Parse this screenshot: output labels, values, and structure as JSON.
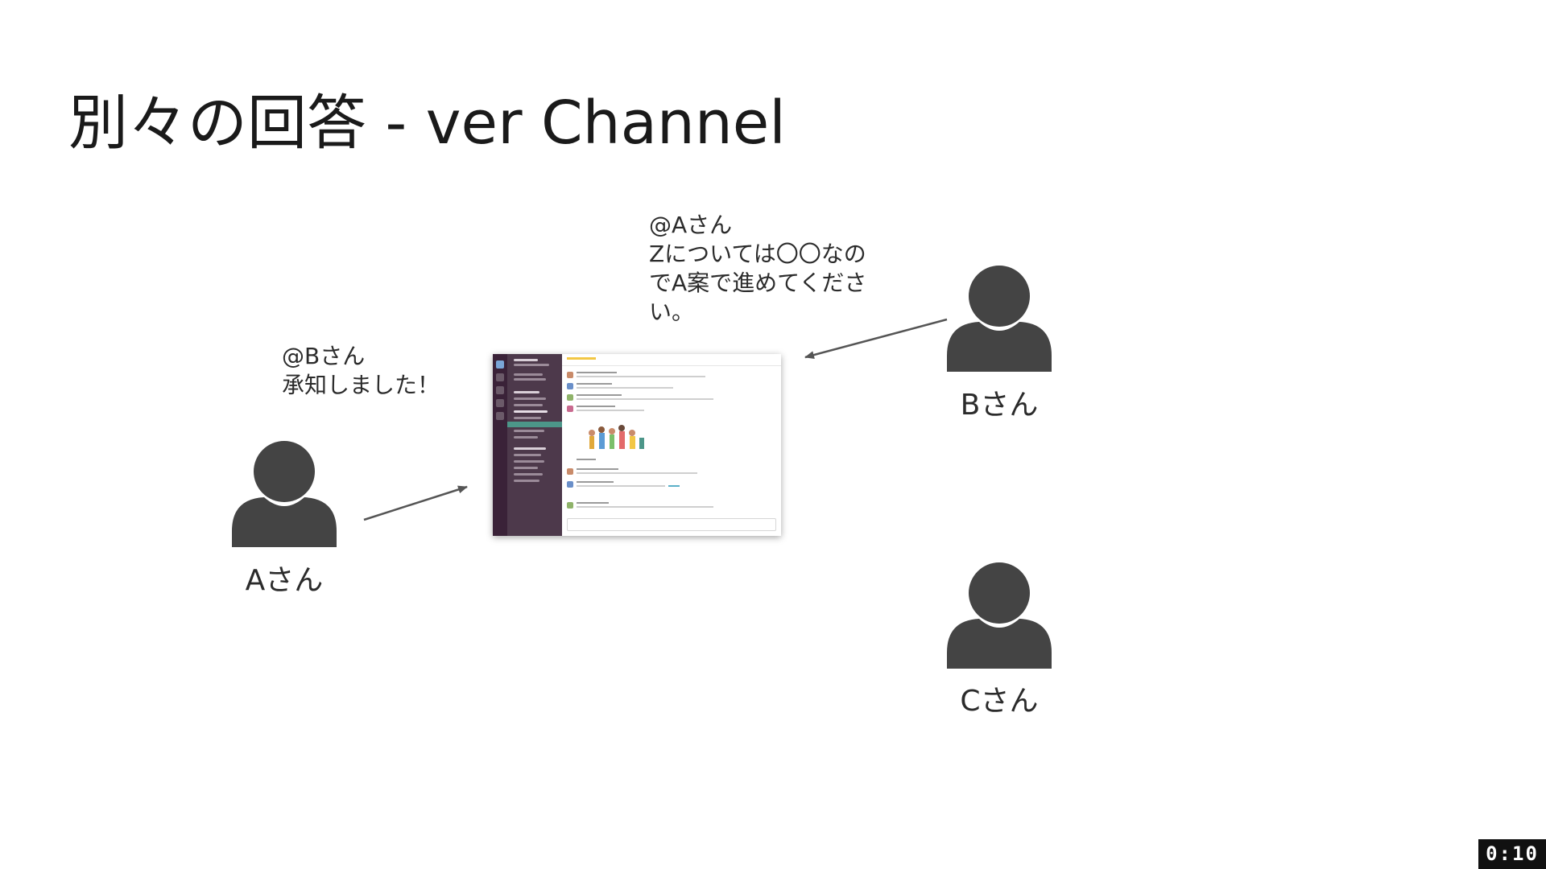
{
  "slide": {
    "title": "別々の回答 - ver Channel"
  },
  "messages": {
    "from_b": [
      "@Aさん",
      "Zについては〇〇なの",
      "でA案で進めてくださ",
      "い。"
    ],
    "from_a": [
      "@Bさん",
      "承知しました！"
    ]
  },
  "people": {
    "a": "Aさん",
    "b": "Bさん",
    "c": "Cさん"
  },
  "player": {
    "timestamp": "0:10"
  },
  "colors": {
    "person_icon": "#444444",
    "arrow": "#555555",
    "slack_sidebar": "#4d394b"
  },
  "icons": {
    "person": "person-silhouette-icon",
    "channel": "slack-channel-screenshot"
  }
}
